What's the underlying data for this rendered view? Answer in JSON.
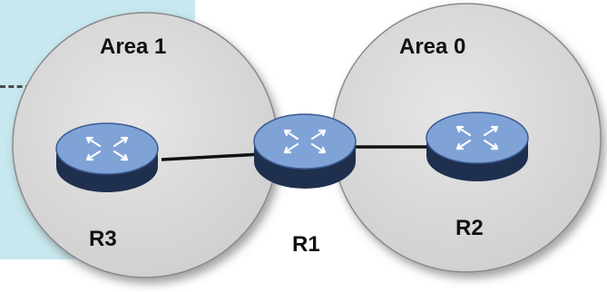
{
  "diagram": {
    "areas": [
      {
        "label": "Area 1"
      },
      {
        "label": "Area 0"
      }
    ],
    "routers": [
      {
        "label": "R3",
        "icon": "router-icon"
      },
      {
        "label": "R1",
        "icon": "router-icon"
      },
      {
        "label": "R2",
        "icon": "router-icon"
      }
    ],
    "links": [
      {
        "from": "R3",
        "to": "R1"
      },
      {
        "from": "R1",
        "to": "R2"
      }
    ],
    "colors": {
      "background_panel": "#c6e8ee",
      "area_fill": "#d6d6d6",
      "area_stroke": "#8a8a8a",
      "router_top": "#7fa3d6",
      "router_side": "#1f2f4e",
      "link": "#111111"
    }
  }
}
